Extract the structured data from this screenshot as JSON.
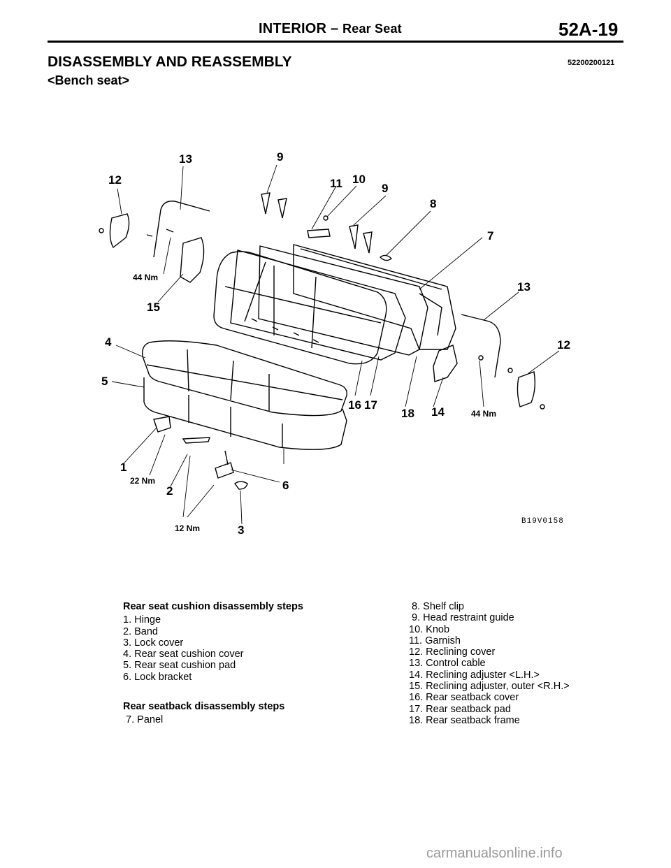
{
  "header": {
    "section": "INTERIOR",
    "dash": "–",
    "subsection": "Rear Seat",
    "page": "52A-19"
  },
  "heading": {
    "title": "DISASSEMBLY AND REASSEMBLY",
    "code": "52200200121",
    "subtitle": "<Bench seat>"
  },
  "diagram": {
    "callouts": [
      "12",
      "13",
      "9",
      "11",
      "10",
      "9",
      "8",
      "7",
      "13",
      "12",
      "4",
      "5",
      "15",
      "16",
      "17",
      "18",
      "14",
      "1",
      "2",
      "6",
      "3"
    ],
    "torques": [
      "44 Nm",
      "44 Nm",
      "22 Nm",
      "12 Nm"
    ],
    "figure_code": "B19V0158"
  },
  "cushion_steps": {
    "heading": "Rear seat cushion disassembly steps",
    "items": [
      "1. Hinge",
      "2. Band",
      "3. Lock cover",
      "4. Rear seat cushion cover",
      "5. Rear seat cushion pad",
      "6. Lock bracket"
    ]
  },
  "seatback_steps": {
    "heading": "Rear seatback disassembly steps",
    "items": [
      " 7. Panel",
      " 8. Shelf clip",
      " 9. Head restraint guide",
      "10. Knob",
      "11. Garnish",
      "12. Reclining cover",
      "13. Control cable",
      "14. Reclining adjuster <L.H.>",
      "15. Reclining adjuster, outer <R.H.>",
      "16. Rear seatback cover",
      "17. Rear seatback pad",
      "18. Rear seatback frame"
    ]
  },
  "watermark": "carmanualsonline.info"
}
